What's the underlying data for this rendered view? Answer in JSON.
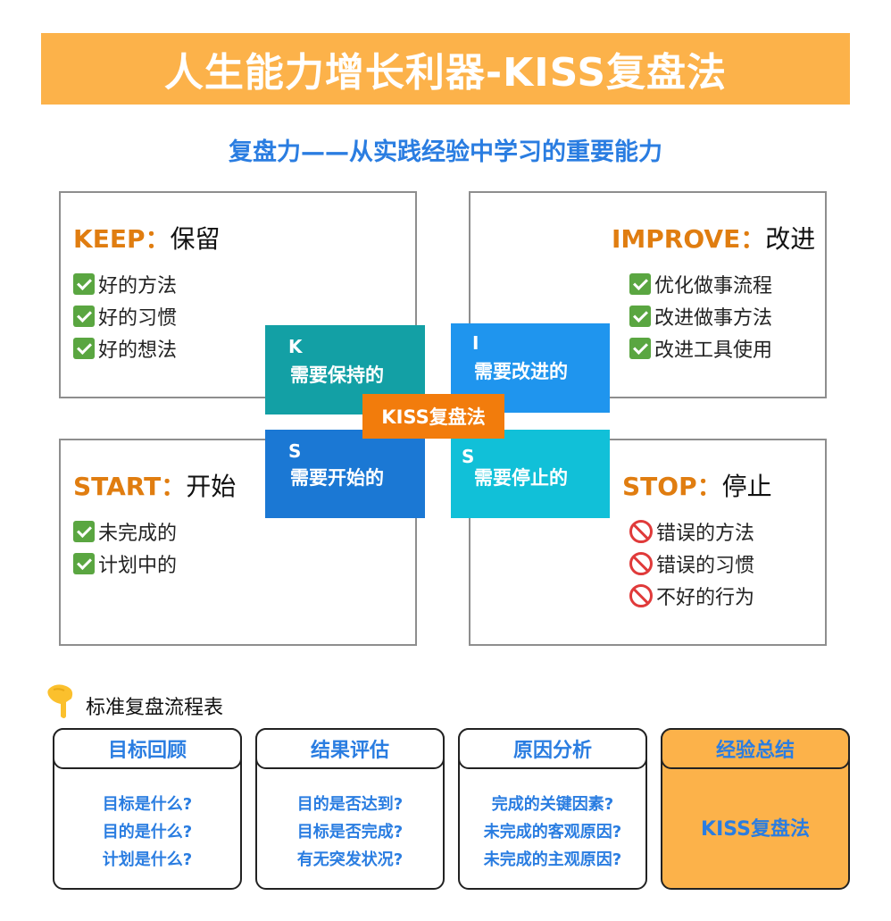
{
  "header": {
    "title": "人生能力增长利器-KISS复盘法",
    "subtitle": "复盘力——从实践经验中学习的重要能力"
  },
  "quadrants": {
    "keep": {
      "en": "KEEP",
      "sep": "：",
      "cn": "保留",
      "items": [
        "好的方法",
        "好的习惯",
        "好的想法"
      ],
      "icon": "check-icon"
    },
    "improve": {
      "en": "IMPROVE",
      "sep": "：",
      "cn": "改进",
      "items": [
        "优化做事流程",
        "改进做事方法",
        "改进工具使用"
      ],
      "icon": "check-icon"
    },
    "start": {
      "en": "START",
      "sep": "：",
      "cn": "开始",
      "items": [
        "未完成的",
        "计划中的"
      ],
      "icon": "check-icon"
    },
    "stop": {
      "en": "STOP",
      "sep": "：",
      "cn": "停止",
      "items": [
        "错误的方法",
        "错误的习惯",
        "不好的行为"
      ],
      "icon": "prohibited-icon"
    }
  },
  "tiles": {
    "k": {
      "letter": "K",
      "label": "需要保持的",
      "color": "#13a0a5"
    },
    "i": {
      "letter": "I",
      "label": "需要改进的",
      "color": "#1f95ee"
    },
    "s1": {
      "letter": "S",
      "label": "需要开始的",
      "color": "#1b78d4"
    },
    "s2": {
      "letter": "S",
      "label": "需要停止的",
      "color": "#11c0d8"
    },
    "center": {
      "label": "KISS复盘法",
      "color": "#f27c0c"
    }
  },
  "process": {
    "title": "标准复盘流程表",
    "icon": "pointing-hand-icon",
    "cards": [
      {
        "title": "目标回顾",
        "lines": [
          "目标是什么?",
          "目的是什么?",
          "计划是什么?"
        ]
      },
      {
        "title": "结果评估",
        "lines": [
          "目的是否达到?",
          "目标是否完成?",
          "有无突发状况?"
        ]
      },
      {
        "title": "原因分析",
        "lines": [
          "完成的关键因素?",
          "未完成的客观原因?",
          "未完成的主观原因?"
        ]
      },
      {
        "title": "经验总结",
        "body": "KISS复盘法"
      }
    ]
  },
  "colors": {
    "banner": "#fcb24a",
    "accent_blue": "#2a7de1",
    "label_orange": "#e07d10",
    "check_green": "#5aa641",
    "prohibited_red": "#e03a3a"
  }
}
